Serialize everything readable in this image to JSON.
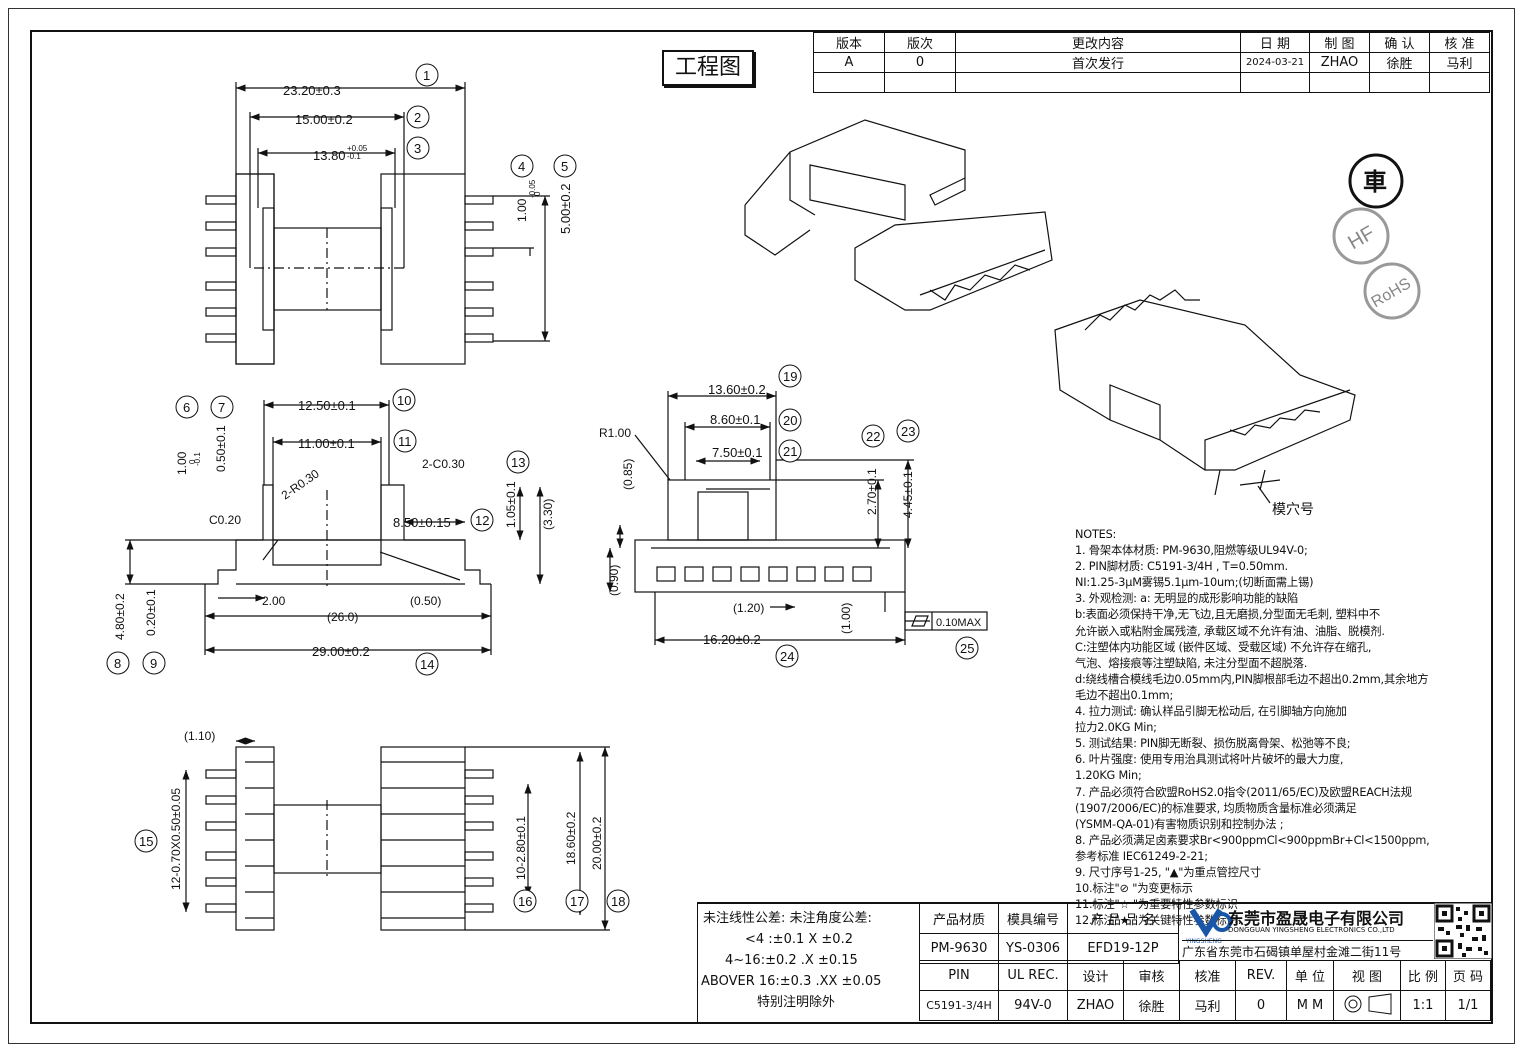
{
  "stamp": "工程图",
  "revision_table": {
    "headers": [
      "版本",
      "版次",
      "更改内容",
      "日 期",
      "制 图",
      "确 认",
      "核 准"
    ],
    "rows": [
      [
        "A",
        "0",
        "首次发行",
        "2024-03-21",
        "ZHAO",
        "徐胜",
        "马利"
      ]
    ]
  },
  "dimensions": {
    "top_view": [
      "23.20±0.3",
      "15.00±0.2",
      "13.80",
      "+0.05",
      "-0.1",
      "1.00",
      "0",
      "-0.05",
      "5.00±0.2"
    ],
    "front_view": [
      "12.50±0.1",
      "11.00±0.1",
      "1.00",
      "0",
      "-0.1",
      "0.50±0.1",
      "2-R0.30",
      "2-C0.30",
      "C0.20",
      "8.50±0.15",
      "1.05±0.1",
      "(3.30)",
      "2.00",
      "(26.0)",
      "(0.50)",
      "29.00±0.2",
      "4.80±0.2",
      "0.20±0.1"
    ],
    "side_view": [
      "13.60±0.2",
      "8.60±0.1",
      "7.50±0.1",
      "R1.00",
      "(0.85)",
      "(0.90)",
      "(1.20)",
      "(1.00)",
      "16.20±0.2",
      "2.70±0.1",
      "4.45±0.1",
      "0.10MAX"
    ],
    "bottom_view": [
      "(1.10)",
      "12-0.70X0.50±0.05",
      "10-2.80±0.1",
      "18.60±0.2",
      "20.00±0.2"
    ]
  },
  "balloons": [
    "1",
    "2",
    "3",
    "4",
    "5",
    "6",
    "7",
    "8",
    "9",
    "10",
    "11",
    "12",
    "13",
    "14",
    "15",
    "16",
    "17",
    "18",
    "19",
    "20",
    "21",
    "22",
    "23",
    "24",
    "25"
  ],
  "marks": [
    "車",
    "HF",
    "RoHS"
  ],
  "cavity_label": "模穴号",
  "notes": [
    "NOTES:",
    "1. 骨架本体材质: PM-9630,阻燃等级UL94V-0;",
    "2. PIN脚材质: C5191-3/4H , T=0.50mm.",
    "   NI:1.25-3μM雾锡5.1μm-10um;(切断面需上锡)",
    "3. 外观检测: a: 无明显的成形影响功能的缺陷",
    "   b:表面必须保持干净,无飞边,且无磨损,分型面无毛刺, 塑料中不",
    "     允许嵌入或粘附金属残渣, 承载区域不允许有油、油脂、脱模剂.",
    "   C:注塑体内功能区域 (嵌件区域、受载区域) 不允许存在缩孔,",
    "     气泡、熔接痕等注塑缺陷, 未注分型面不超脱落.",
    "   d:绕线槽合模线毛边0.05mm内,PIN脚根部毛边不超出0.2mm,其余地方",
    "     毛边不超出0.1mm;",
    "4. 拉力测试: 确认样品引脚无松动后, 在引脚轴方向施加",
    "   拉力2.0KG Min;",
    "5. 测试结果: PIN脚无断裂、损伤脱离骨架、松弛等不良;",
    "6. 叶片强度: 使用专用治具测试将叶片破坏的最大力度,",
    "   1.20KG Min;",
    "7. 产品必须符合欧盟RoHS2.0指令(2011/65/EC)及欧盟REACH法规",
    "   (1907/2006/EC)的标准要求, 均质物质含量标准必须满足",
    "   (YSMM-QA-01)有害物质识别和控制办法 ;",
    "8. 产品必须满足卤素要求Br<900ppmCl<900ppmBr+Cl<1500ppm,",
    "   参考标准 IEC61249-2-21;",
    "9. 尺寸序号1-25, \"▲\"为重点管控尺寸",
    "10.标注\"⊘ \"为变更标示",
    "11.标注\"☆ \"为重要特性参数标识",
    "12.标注\"★ \"为关键特性参数标识."
  ],
  "tolerance": {
    "title": "未注线性公差:  未注角度公差:",
    "lines": [
      "<4 :±0.1  X ±0.2",
      "4~16:±0.2  .X ±0.15",
      "ABOVER 16:±0.3  .XX ±0.05",
      "特别注明除外"
    ]
  },
  "title_block": {
    "row1_labels": [
      "产品材质",
      "模具编号",
      "产 品 品 名"
    ],
    "row2_values": [
      "PM-9630",
      "YS-0306",
      "EFD19-12P"
    ],
    "row3_labels": [
      "PIN",
      "UL REC.",
      "设计",
      "审核",
      "核准",
      "REV.",
      "单 位",
      "视 图",
      "比 例",
      "页 码"
    ],
    "row4_values": [
      "C5191-3/4H",
      "94V-0",
      "ZHAO",
      "徐胜",
      "马利",
      "0",
      "M M",
      "",
      "1:1",
      "1/1"
    ]
  },
  "company": {
    "name_cn": "东莞市盈晟电子有限公司",
    "name_en": "DONGGUAN YINGSHENG ELECTRONICS CO.,LTD",
    "address": "广东省东莞市石碣镇单屋村金滩二街11号",
    "logo_text": "YINGSHENG"
  }
}
